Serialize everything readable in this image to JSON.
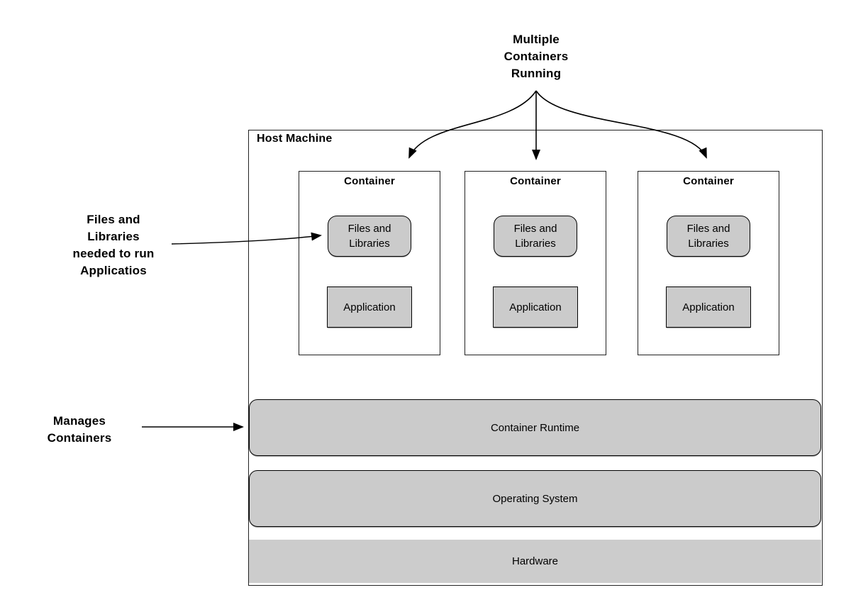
{
  "diagram": {
    "top_label": {
      "line1": "Multiple",
      "line2": "Containers",
      "line3": "Running"
    },
    "host": {
      "title": "Host Machine"
    },
    "containers": [
      {
        "title": "Container",
        "files_line1": "Files and",
        "files_line2": "Libraries",
        "app": "Application"
      },
      {
        "title": "Container",
        "files_line1": "Files and",
        "files_line2": "Libraries",
        "app": "Application"
      },
      {
        "title": "Container",
        "files_line1": "Files and",
        "files_line2": "Libraries",
        "app": "Application"
      }
    ],
    "layers": {
      "runtime": "Container Runtime",
      "os": "Operating System",
      "hardware": "Hardware"
    },
    "side_labels": {
      "files": {
        "line1": "Files and",
        "line2": "Libraries",
        "line3": "needed to run",
        "line4": "Applicatios"
      },
      "manages": {
        "line1": "Manages",
        "line2": "Containers"
      }
    }
  },
  "colors": {
    "fill": "#cbcbcb",
    "line": "#000000",
    "bg": "#ffffff",
    "text": "#000000",
    "boxborder": "#222222"
  }
}
